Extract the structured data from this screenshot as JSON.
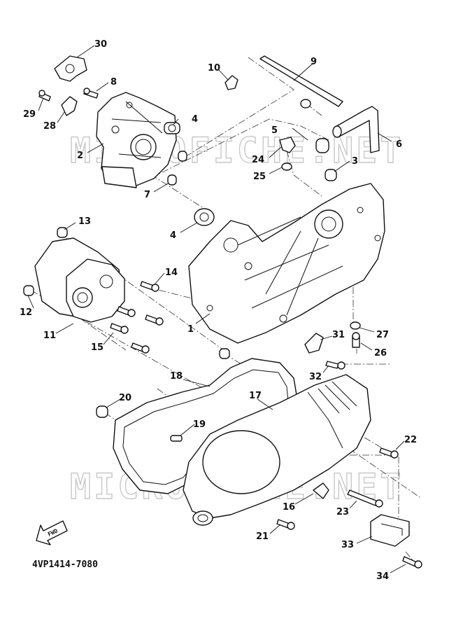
{
  "diagram": {
    "drawing_code": "4VP1414-7080",
    "watermark": "MICROFICHE.NET",
    "fwd_label": "FWD",
    "callouts": [
      "1",
      "2",
      "3",
      "4",
      "5",
      "6",
      "7",
      "8",
      "9",
      "10",
      "11",
      "12",
      "13",
      "14",
      "15",
      "16",
      "17",
      "18",
      "19",
      "20",
      "21",
      "22",
      "23",
      "24",
      "25",
      "26",
      "27",
      "28",
      "29",
      "30",
      "31",
      "32",
      "33",
      "34"
    ]
  }
}
